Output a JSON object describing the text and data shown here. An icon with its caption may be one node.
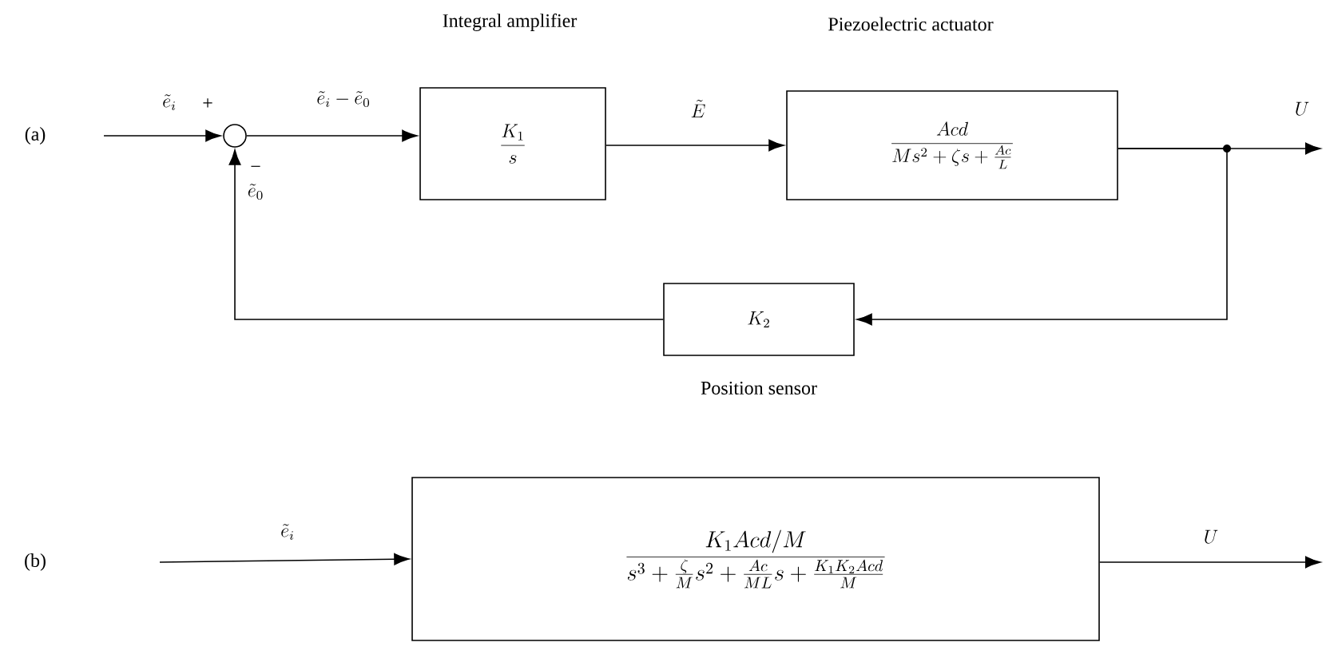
{
  "diagram": {
    "nodes": [
      {
        "text": [],
        "shape": "circle"
      },
      {
        "text": [
          "Integral amplifier",
          "\\frac{K_1}{s}"
        ]
      },
      {
        "text": [
          "Piezoelectric actuator",
          "\\frac{Acd}{Ms^2+\\zeta s+\\frac{Ac}{L}}"
        ]
      },
      {
        "text": [
          "K_2",
          "Position sensor"
        ]
      },
      {
        "text": [
          "\\frac{K_1 Acd/M}{s^3+\\frac{\\zeta}{M}s^2+\\frac{Ac}{ML}s+\\frac{K_1K_2Acd}{M}}"
        ]
      }
    ],
    "edges": [
      {
        "from": null,
        "to": 0,
        "arrow": "to",
        "label": "\\tilde{e}_i"
      },
      {
        "from": 0,
        "to": 1,
        "arrow": "to",
        "label": "\\tilde{e}_i-\\tilde{e}_0"
      },
      {
        "from": 1,
        "to": 2,
        "arrow": "to",
        "label": "\\tilde{E}"
      },
      {
        "from": 2,
        "to": null,
        "arrow": "to",
        "label": "U"
      },
      {
        "from": 2,
        "to": 3,
        "arrow": "to"
      },
      {
        "from": 3,
        "to": 0,
        "arrow": "to",
        "label": "\\tilde{e}_0"
      },
      {
        "from": null,
        "to": 4,
        "arrow": "to",
        "label": "\\tilde{e}_i"
      },
      {
        "from": 4,
        "to": null,
        "arrow": "to",
        "label": "U"
      }
    ],
    "labels": [
      "(a)",
      "+",
      "−",
      "(b)"
    ]
  }
}
